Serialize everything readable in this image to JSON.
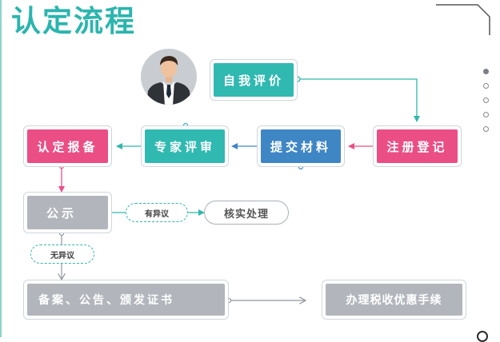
{
  "title": "认定流程",
  "steps": {
    "self_eval": "自我评价",
    "register": "注册登记",
    "submit": "提交材料",
    "expert": "专家评审",
    "confirm": "认定报备",
    "publicize": "公示",
    "verify": "核实处理",
    "file": "备案、公告、颁发证书",
    "tax": "办理税收优惠手续"
  },
  "branches": {
    "objection": "有异议",
    "no_objection": "无异议"
  },
  "colors": {
    "teal": "#30b9b1",
    "blue": "#3f86c5",
    "pink": "#ea4e85",
    "gray": "#b2b6bc",
    "title": "#2bb5ae"
  },
  "page_dots": {
    "count": 5,
    "active_index": 0
  }
}
